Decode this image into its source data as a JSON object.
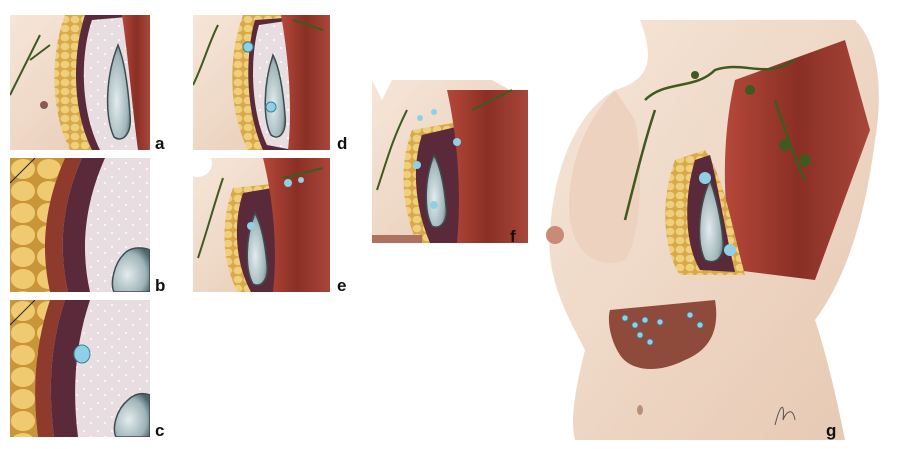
{
  "figure": {
    "panels": [
      {
        "id": "a",
        "label": "a"
      },
      {
        "id": "b",
        "label": "b"
      },
      {
        "id": "c",
        "label": "c"
      },
      {
        "id": "d",
        "label": "d"
      },
      {
        "id": "e",
        "label": "e"
      },
      {
        "id": "f",
        "label": "f"
      },
      {
        "id": "g",
        "label": "g"
      }
    ]
  },
  "colors": {
    "skin": "#f1dccb",
    "fat": "#e8c46a",
    "muscle": "#9a3a2c",
    "capsule": "#5a2a3a",
    "implant": "#a9bcc0",
    "node": "#3f5a1e",
    "metastasis": "#8fd0e6",
    "liver": "#8e4a3a"
  }
}
